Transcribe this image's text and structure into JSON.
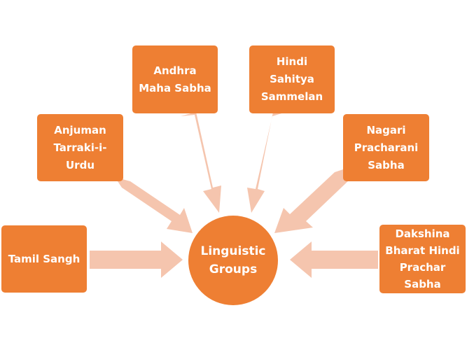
{
  "center": {
    "label_line1": "Linguistic",
    "label_line2": "Groups"
  },
  "nodes": [
    {
      "id": "tamil-sangh",
      "lines": [
        "Tamil Sangh"
      ]
    },
    {
      "id": "anjuman",
      "lines": [
        "Anjuman",
        "Tarraki-i-",
        "Urdu"
      ]
    },
    {
      "id": "andhra",
      "lines": [
        "Andhra",
        "Maha Sabha"
      ]
    },
    {
      "id": "hindi-sahitya",
      "lines": [
        "Hindi Sahitya",
        "Sammelan"
      ]
    },
    {
      "id": "nagari",
      "lines": [
        "Nagari",
        "Pracharani",
        "Sabha"
      ]
    },
    {
      "id": "dakshina",
      "lines": [
        "Dakshina",
        "Bharat Hindi",
        "Prachar",
        "Sabha"
      ]
    }
  ],
  "colors": {
    "box": "#ee7f33",
    "arrow": "#f5c5ae",
    "text": "#ffffff"
  }
}
